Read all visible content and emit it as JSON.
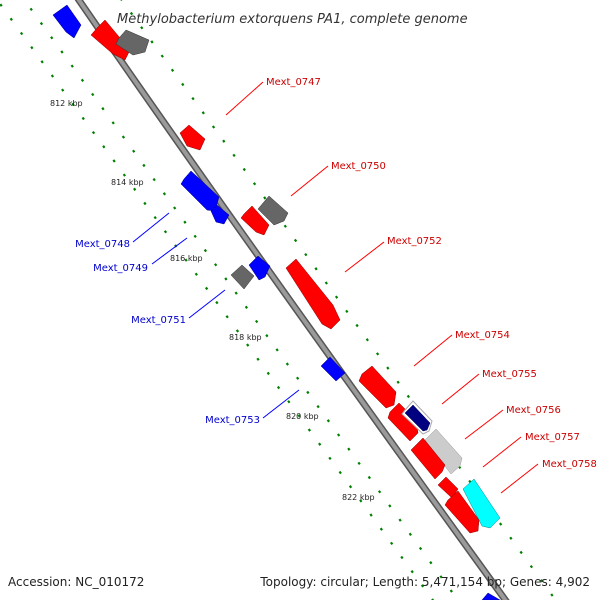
{
  "title": "Methylobacterium extorquens PA1, complete genome",
  "footer": {
    "accession": "Accession: NC_010172",
    "topology": "Topology: circular; Length: 5,471,154 bp; Genes: 4,902"
  },
  "scale_ticks": [
    "812 kbp",
    "814 kbp",
    "816 kbp",
    "818 kbp",
    "820 kbp",
    "822 kbp"
  ],
  "forward_genes": [
    "Mext_0747",
    "Mext_0750",
    "Mext_0752",
    "Mext_0754",
    "Mext_0755",
    "Mext_0756",
    "Mext_0757",
    "Mext_0758"
  ],
  "reverse_genes": [
    "Mext_0748",
    "Mext_0749",
    "Mext_0751",
    "Mext_0753"
  ],
  "colors": {
    "forward_cds": "#ff0000",
    "reverse_cds": "#0000ff",
    "other_feature": "#666666",
    "light_feature": "#cccccc",
    "cyan_feature": "#00ffff",
    "navy_feature": "#000080",
    "backbone": "#888888",
    "scale_dots": "#008000",
    "forward_label": "#cc0000",
    "reverse_label": "#0000cc"
  }
}
